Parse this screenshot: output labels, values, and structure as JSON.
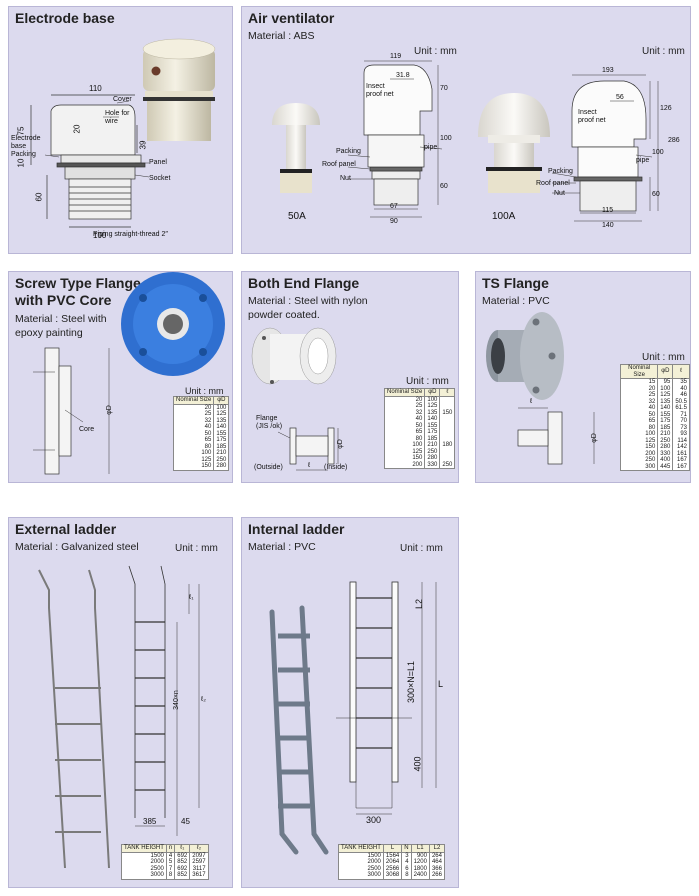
{
  "electrode_base": {
    "title": "Electrode base",
    "dims": {
      "d110": "110",
      "d100": "100",
      "d75": "75",
      "d10": "10",
      "d60": "60",
      "d20": "20",
      "d39": "39"
    },
    "labels": {
      "cover": "Cover",
      "hole": "Hole for\nwire",
      "base": "Electrode\nbase",
      "packing": "Packing",
      "panel": "Panel",
      "socket": "Socket",
      "piping": "Piping straight-thread 2″"
    }
  },
  "air_ventilator": {
    "title": "Air ventilator",
    "material": "Material : ABS",
    "unit1": "Unit : mm",
    "unit2": "Unit : mm",
    "caption_50a": "50A",
    "caption_100a": "100A",
    "dims_50": {
      "d119": "119",
      "d318": "31.8",
      "d70": "70",
      "d100": "100",
      "d60": "60",
      "d67": "67",
      "d90": "90"
    },
    "dims_100": {
      "d193": "193",
      "d56": "56",
      "d126": "126",
      "d100": "100",
      "d286": "286",
      "d60": "60",
      "d115": "115",
      "d140": "140"
    },
    "labels": {
      "insect": "Insect\nproof net",
      "packing": "Packing",
      "roof": "Roof panel",
      "nut": "Nut",
      "pipe": "pipe"
    }
  },
  "screw_flange": {
    "title_l1": "Screw Type Flange",
    "title_l2": "with PVC Core",
    "material_l1": "Material : Steel with",
    "material_l2": "epoxy painting",
    "unit": "Unit : mm",
    "core": "Core",
    "phid": "φD",
    "headers": [
      "Nominal Size",
      "φD"
    ],
    "rows": [
      [
        "20",
        "100"
      ],
      [
        "25",
        "125"
      ],
      [
        "32",
        "135"
      ],
      [
        "40",
        "140"
      ],
      [
        "50",
        "155"
      ],
      [
        "65",
        "175"
      ],
      [
        "80",
        "185"
      ],
      [
        "100",
        "210"
      ],
      [
        "125",
        "250"
      ],
      [
        "150",
        "280"
      ]
    ]
  },
  "both_end_flange": {
    "title": "Both End Flange",
    "material_l1": "Material : Steel with nylon",
    "material_l2": "powder coated.",
    "unit": "Unit : mm",
    "flange_label": "Flange\n(JIS /ok)",
    "outside": "(Outside)",
    "inside": "(Inside)",
    "l_mark": "ℓ",
    "phid": "φD",
    "headers": [
      "Nominal Size",
      "φD",
      "ℓ"
    ],
    "rows": [
      [
        "20",
        "100",
        ""
      ],
      [
        "25",
        "125",
        ""
      ],
      [
        "32",
        "135",
        "150"
      ],
      [
        "40",
        "140",
        ""
      ],
      [
        "50",
        "155",
        ""
      ],
      [
        "65",
        "175",
        ""
      ],
      [
        "80",
        "185",
        ""
      ],
      [
        "100",
        "210",
        "180"
      ],
      [
        "125",
        "250",
        ""
      ],
      [
        "150",
        "280",
        ""
      ],
      [
        "200",
        "330",
        "250"
      ]
    ]
  },
  "ts_flange": {
    "title": "TS Flange",
    "material": "Material : PVC",
    "unit": "Unit : mm",
    "l_mark": "ℓ",
    "phid": "φD",
    "headers": [
      "Nominal Size",
      "φD",
      "ℓ"
    ],
    "rows": [
      [
        "15",
        "95",
        "35"
      ],
      [
        "20",
        "100",
        "40"
      ],
      [
        "25",
        "125",
        "46"
      ],
      [
        "32",
        "135",
        "50.5"
      ],
      [
        "40",
        "140",
        "61.5"
      ],
      [
        "50",
        "155",
        "71"
      ],
      [
        "65",
        "175",
        "70"
      ],
      [
        "80",
        "185",
        "73"
      ],
      [
        "100",
        "210",
        "93"
      ],
      [
        "125",
        "250",
        "114"
      ],
      [
        "150",
        "280",
        "142"
      ],
      [
        "200",
        "330",
        "161"
      ],
      [
        "250",
        "400",
        "167"
      ],
      [
        "300",
        "445",
        "167"
      ]
    ]
  },
  "external_ladder": {
    "title": "External ladder",
    "material": "Material : Galvanized steel",
    "unit": "Unit : mm",
    "dims": {
      "l1": "ℓ₁",
      "l2": "ℓ₂",
      "n340": "340×n",
      "d385": "385",
      "d45": "45"
    },
    "headers": [
      "TANK HEIGHT",
      "n",
      "ℓ₁",
      "ℓ₂"
    ],
    "rows": [
      [
        "1500",
        "4",
        "692",
        "2097"
      ],
      [
        "2000",
        "5",
        "852",
        "2597"
      ],
      [
        "2500",
        "7",
        "692",
        "3117"
      ],
      [
        "3000",
        "8",
        "852",
        "3617"
      ]
    ]
  },
  "internal_ladder": {
    "title": "Internal ladder",
    "material": "Material : PVC",
    "unit": "Unit : mm",
    "dims": {
      "l2": "L2",
      "l1": "300×N=L1",
      "l": "L",
      "d400": "400",
      "d300": "300"
    },
    "headers": [
      "TANK HEIGHT",
      "L",
      "N",
      "L1",
      "L2"
    ],
    "rows": [
      [
        "1500",
        "1564",
        "3",
        "900",
        "264"
      ],
      [
        "2000",
        "2064",
        "4",
        "1200",
        "464"
      ],
      [
        "2500",
        "2566",
        "6",
        "1800",
        "366"
      ],
      [
        "3000",
        "3068",
        "8",
        "2400",
        "266"
      ]
    ]
  }
}
